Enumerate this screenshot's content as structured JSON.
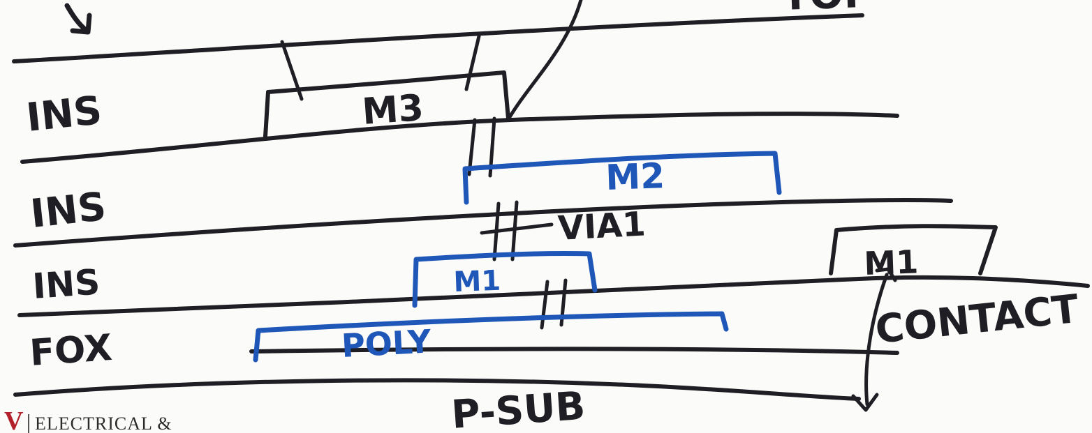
{
  "labels": {
    "top_partial": "TOP",
    "ins_1": "INS",
    "ins_2": "INS",
    "ins_3": "INS",
    "fox": "FOX",
    "m3": "M3",
    "m2": "M2",
    "via1": "VIA1",
    "m1_left": "M1",
    "m1_right": "M1",
    "poly": "POLY",
    "contact": "CONTACT",
    "substrate": "P-SUB"
  },
  "logo": {
    "mark": "V",
    "text": "ELECTRICAL &"
  },
  "colors": {
    "ink_black": "#1e1e24",
    "ink_blue": "#1f57b8",
    "logo_red": "#b3202a"
  }
}
